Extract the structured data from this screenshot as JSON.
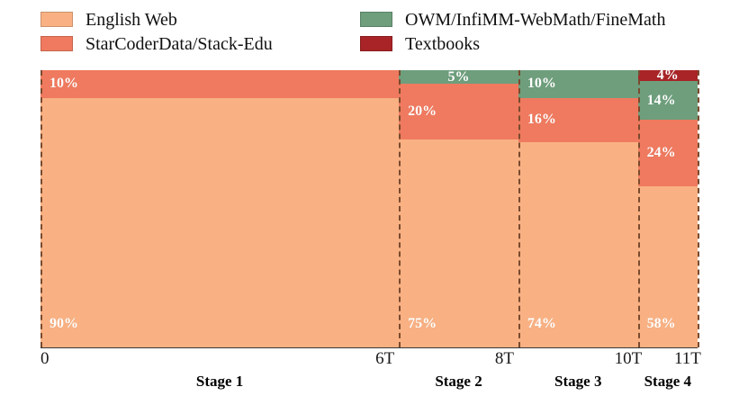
{
  "legend": {
    "items": [
      {
        "label": "English Web",
        "color": "#f9b183",
        "swatch_name": "legend-swatch-english-web"
      },
      {
        "label": "OWM/InfiMM-WebMath/FineMath",
        "color": "#6e9e7c",
        "swatch_name": "legend-swatch-owm"
      },
      {
        "label": "StarCoderData/Stack-Edu",
        "color": "#ef7a5f",
        "swatch_name": "legend-swatch-starcoder"
      },
      {
        "label": "Textbooks",
        "color": "#a82426",
        "swatch_name": "legend-swatch-textbooks"
      }
    ]
  },
  "chart_data": {
    "type": "bar",
    "subtype": "stacked-marimekko",
    "title": "",
    "xlabel": "",
    "ylabel": "",
    "xlim": [
      0,
      11
    ],
    "ylim": [
      0,
      100
    ],
    "grid": false,
    "legend_position": "top",
    "x_unit": "T",
    "xticks": [
      {
        "value": 0,
        "label": "0"
      },
      {
        "value": 6,
        "label": "6T"
      },
      {
        "value": 8,
        "label": "8T"
      },
      {
        "value": 10,
        "label": "10T"
      },
      {
        "value": 11,
        "label": "11T"
      }
    ],
    "series": [
      {
        "name": "English Web",
        "color": "#f9b183",
        "values": [
          90,
          75,
          74,
          58
        ]
      },
      {
        "name": "StarCoderData/Stack-Edu",
        "color": "#ef7a5f",
        "values": [
          10,
          20,
          16,
          24
        ]
      },
      {
        "name": "OWM/InfiMM-WebMath/FineMath",
        "color": "#6e9e7c",
        "values": [
          0,
          5,
          10,
          14
        ]
      },
      {
        "name": "Textbooks",
        "color": "#a82426",
        "values": [
          0,
          0,
          0,
          4
        ]
      }
    ],
    "categories": [
      "Stage 1",
      "Stage 2",
      "Stage 3",
      "Stage 4"
    ],
    "stages": [
      {
        "name": "Stage 1",
        "x_start": 0,
        "x_end": 6,
        "width_T": 6,
        "segments": [
          {
            "series": "English Web",
            "value": 90,
            "label": "90%",
            "color": "#f9b183",
            "size": "tall"
          },
          {
            "series": "StarCoderData/Stack-Edu",
            "value": 10,
            "label": "10%",
            "color": "#ef7a5f",
            "size": "mid"
          }
        ]
      },
      {
        "name": "Stage 2",
        "x_start": 6,
        "x_end": 8,
        "width_T": 2,
        "segments": [
          {
            "series": "English Web",
            "value": 75,
            "label": "75%",
            "color": "#f9b183",
            "size": "tall"
          },
          {
            "series": "StarCoderData/Stack-Edu",
            "value": 20,
            "label": "20%",
            "color": "#ef7a5f",
            "size": "mid"
          },
          {
            "series": "OWM/InfiMM-WebMath/FineMath",
            "value": 5,
            "label": "5%",
            "color": "#6e9e7c",
            "size": "thin"
          }
        ]
      },
      {
        "name": "Stage 3",
        "x_start": 8,
        "x_end": 10,
        "width_T": 2,
        "segments": [
          {
            "series": "English Web",
            "value": 74,
            "label": "74%",
            "color": "#f9b183",
            "size": "tall"
          },
          {
            "series": "StarCoderData/Stack-Edu",
            "value": 16,
            "label": "16%",
            "color": "#ef7a5f",
            "size": "mid"
          },
          {
            "series": "OWM/InfiMM-WebMath/FineMath",
            "value": 10,
            "label": "10%",
            "color": "#6e9e7c",
            "size": "mid"
          }
        ]
      },
      {
        "name": "Stage 4",
        "x_start": 10,
        "x_end": 11,
        "width_T": 1,
        "segments": [
          {
            "series": "English Web",
            "value": 58,
            "label": "58%",
            "color": "#f9b183",
            "size": "tall"
          },
          {
            "series": "StarCoderData/Stack-Edu",
            "value": 24,
            "label": "24%",
            "color": "#ef7a5f",
            "size": "mid"
          },
          {
            "series": "OWM/InfiMM-WebMath/FineMath",
            "value": 14,
            "label": "14%",
            "color": "#6e9e7c",
            "size": "mid"
          },
          {
            "series": "Textbooks",
            "value": 4,
            "label": "4%",
            "color": "#a82426",
            "size": "thin"
          }
        ]
      }
    ]
  }
}
